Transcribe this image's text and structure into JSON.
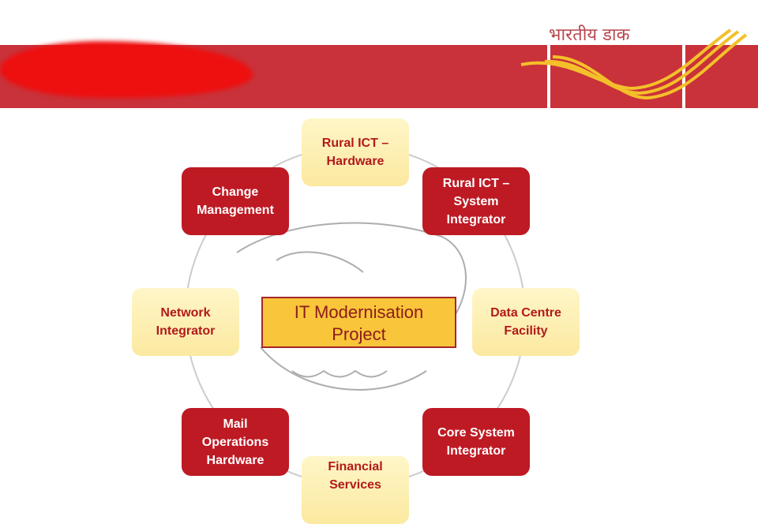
{
  "header": {
    "logo_text": "भारतीय डाक",
    "brand_color": "#c9323a"
  },
  "diagram": {
    "center": {
      "line1": "IT Modernisation",
      "line2": "Project"
    },
    "nodes": [
      {
        "line1": "Rural ICT –",
        "line2": "Hardware"
      },
      {
        "line1": "Rural ICT –",
        "line2": "System",
        "line3": "Integrator"
      },
      {
        "line1": "Data Centre",
        "line2": "Facility"
      },
      {
        "line1": "Core System",
        "line2": "Integrator"
      },
      {
        "line1": "Financial",
        "line2": "Services"
      },
      {
        "line1": "Mail",
        "line2": "Operations",
        "line3": "Hardware"
      },
      {
        "line1": "Network",
        "line2": "Integrator"
      },
      {
        "line1": "Change",
        "line2": "Management"
      }
    ]
  }
}
